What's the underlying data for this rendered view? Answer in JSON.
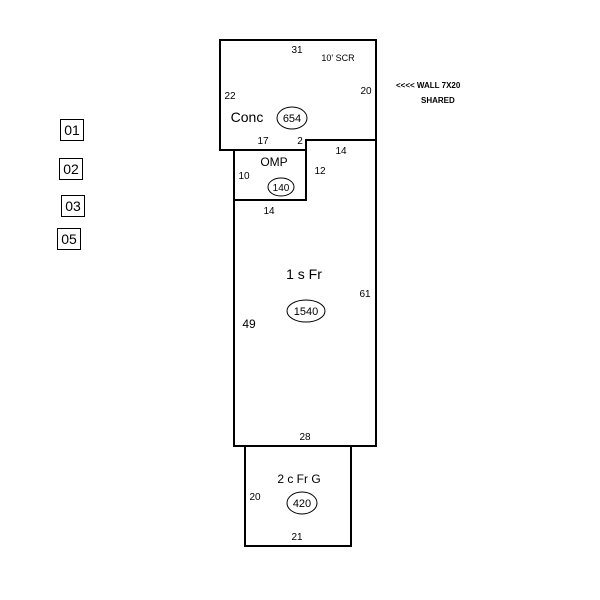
{
  "legend_codes": [
    "01",
    "02",
    "03",
    "05"
  ],
  "note": {
    "line1": "<<<< WALL 7X20",
    "line2": "SHARED"
  },
  "areas": {
    "conc": {
      "label": "Conc",
      "sub_label": "10' SCR",
      "sqft": "654",
      "dims": {
        "top": "31",
        "left": "22",
        "right": "20",
        "bottom_left": "17",
        "bottom_right": "2"
      }
    },
    "omp": {
      "label": "OMP",
      "sqft": "140",
      "dims": {
        "left": "10",
        "right": "12",
        "bottom": "14"
      }
    },
    "house": {
      "label": "1 s Fr",
      "sqft": "1540",
      "dims": {
        "top_right": "14",
        "right": "61",
        "left": "49",
        "bottom": "28"
      }
    },
    "garage": {
      "label": "2 c Fr G",
      "sqft": "420",
      "dims": {
        "left": "20",
        "bottom": "21"
      }
    }
  }
}
